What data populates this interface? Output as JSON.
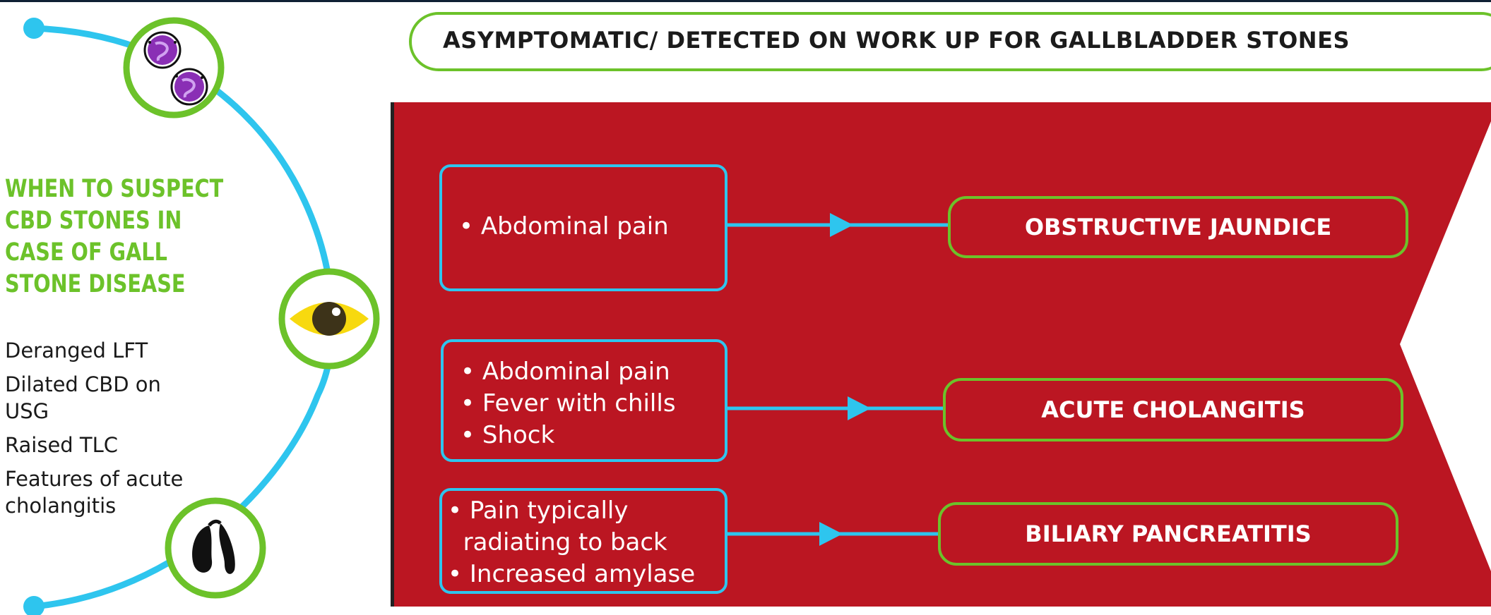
{
  "colors": {
    "accent_green": "#6cc22a",
    "accent_blue": "#2ec5ee",
    "panel_red": "#bb1622",
    "eye_yellow": "#f7d90f"
  },
  "icons": [
    "neutrophil-cells-icon",
    "eye-icon",
    "gallbladder-icon"
  ],
  "heading": {
    "lines": [
      "WHEN TO SUSPECT",
      "CBD STONES IN",
      "CASE OF GALL",
      "STONE DISEASE"
    ]
  },
  "criteria": {
    "items": [
      "Deranged LFT",
      "Dilated CBD on USG",
      "Raised TLC",
      "Features of acute cholangitis"
    ]
  },
  "header": {
    "text": "ASYMPTOMATIC/ DETECTED ON WORK UP FOR GALLBLADDER STONES"
  },
  "flows": [
    {
      "symptoms": [
        "• Abdominal pain"
      ],
      "outcome": "OBSTRUCTIVE JAUNDICE"
    },
    {
      "symptoms": [
        "• Abdominal pain",
        "• Fever with chills",
        "• Shock"
      ],
      "outcome": "ACUTE CHOLANGITIS"
    },
    {
      "symptoms": [
        "• Pain typically",
        "  radiating to back",
        "• Increased amylase"
      ],
      "outcome": "BILIARY PANCREATITIS"
    }
  ]
}
